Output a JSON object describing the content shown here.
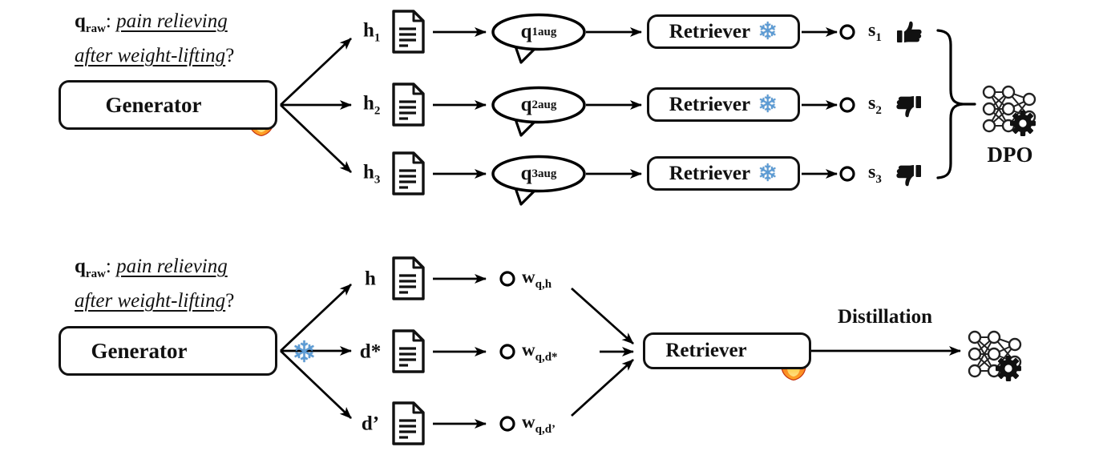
{
  "colors": {
    "background": "#ffffff",
    "line": "#000000",
    "box_border": "#111111",
    "snowflake_blue": "#5b9bd5",
    "flame_top": "#e33e18",
    "flame_bottom": "#ffa726",
    "flame_inner": "#ffd664"
  },
  "icons": {
    "snowflake": "❄"
  },
  "query": {
    "base": "q",
    "sub": "raw",
    "colon": ": ",
    "line1_italic": "pain relieving",
    "line2_italic": "after weight-lifting",
    "suffix": "?"
  },
  "top": {
    "generator_label": "Generator",
    "generator_state": "trainable-fire",
    "rows": [
      {
        "hyp_base": "h",
        "hyp_sub": "1",
        "q_base": "q",
        "q_sup": "1",
        "q_sub": "aug",
        "retriever_label": "Retriever",
        "retriever_state": "frozen-snowflake",
        "score_base": "s",
        "score_sub": "1",
        "feedback": "thumbs-up"
      },
      {
        "hyp_base": "h",
        "hyp_sub": "2",
        "q_base": "q",
        "q_sup": "2",
        "q_sub": "aug",
        "retriever_label": "Retriever",
        "retriever_state": "frozen-snowflake",
        "score_base": "s",
        "score_sub": "2",
        "feedback": "thumbs-down"
      },
      {
        "hyp_base": "h",
        "hyp_sub": "3",
        "q_base": "q",
        "q_sup": "3",
        "q_sub": "aug",
        "retriever_label": "Retriever",
        "retriever_state": "frozen-snowflake",
        "score_base": "s",
        "score_sub": "3",
        "feedback": "thumbs-down"
      }
    ],
    "objective_label": "DPO"
  },
  "bottom": {
    "generator_label": "Generator",
    "generator_state": "frozen-snowflake",
    "rows": [
      {
        "label": "h",
        "weight_base": "w",
        "weight_sub": "q,h"
      },
      {
        "label": "d*",
        "weight_base": "w",
        "weight_sub": "q,d*"
      },
      {
        "label": "d’",
        "weight_base": "w",
        "weight_sub": "q,d’"
      }
    ],
    "retriever_label": "Retriever",
    "retriever_state": "trainable-fire",
    "arrow_label": "Distillation"
  }
}
